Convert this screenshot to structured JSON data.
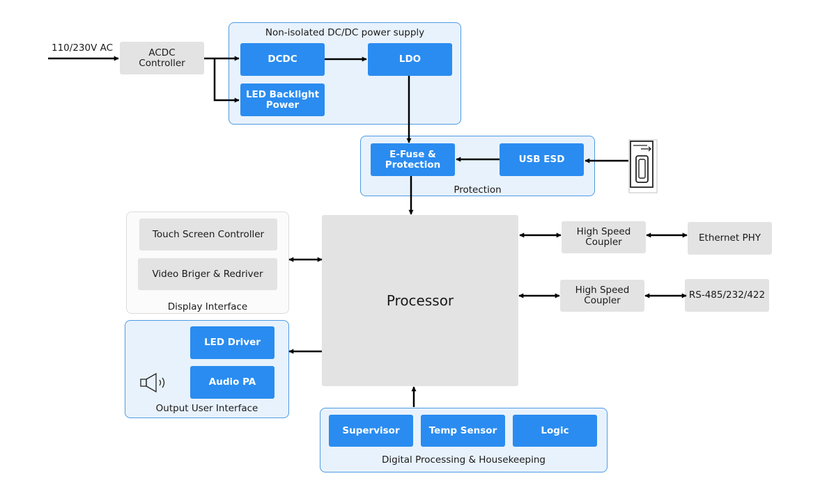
{
  "input": {
    "label": "110/230V AC"
  },
  "acdc": {
    "label": "ACDC\nController"
  },
  "power_group": {
    "title": "Non-isolated DC/DC power supply",
    "dcdc": "DCDC",
    "ldo": "LDO",
    "led_backlight": "LED Backlight\nPower"
  },
  "protection_group": {
    "title": "Protection",
    "efuse": "E-Fuse &\nProtection",
    "usb_esd": "USB ESD"
  },
  "display_group": {
    "title": "Display Interface",
    "touch": "Touch Screen Controller",
    "video": "Video Briger & Redriver"
  },
  "output_group": {
    "title": "Output User Interface",
    "led_driver": "LED Driver",
    "audio_pa": "Audio PA"
  },
  "processor": {
    "label": "Processor"
  },
  "comm": {
    "coupler_1": "High Speed\nCoupler",
    "ethernet": "Ethernet PHY",
    "coupler_2": "High Speed\nCoupler",
    "rs485": "RS-485/232/422"
  },
  "digital_group": {
    "title": "Digital Processing & Housekeeping",
    "supervisor": "Supervisor",
    "temp_sensor": "Temp Sensor",
    "logic": "Logic"
  },
  "colors": {
    "accent_blue": "#2a8cf0",
    "group_blue": "#e8f2fc",
    "block_gray": "#e3e3e3"
  }
}
